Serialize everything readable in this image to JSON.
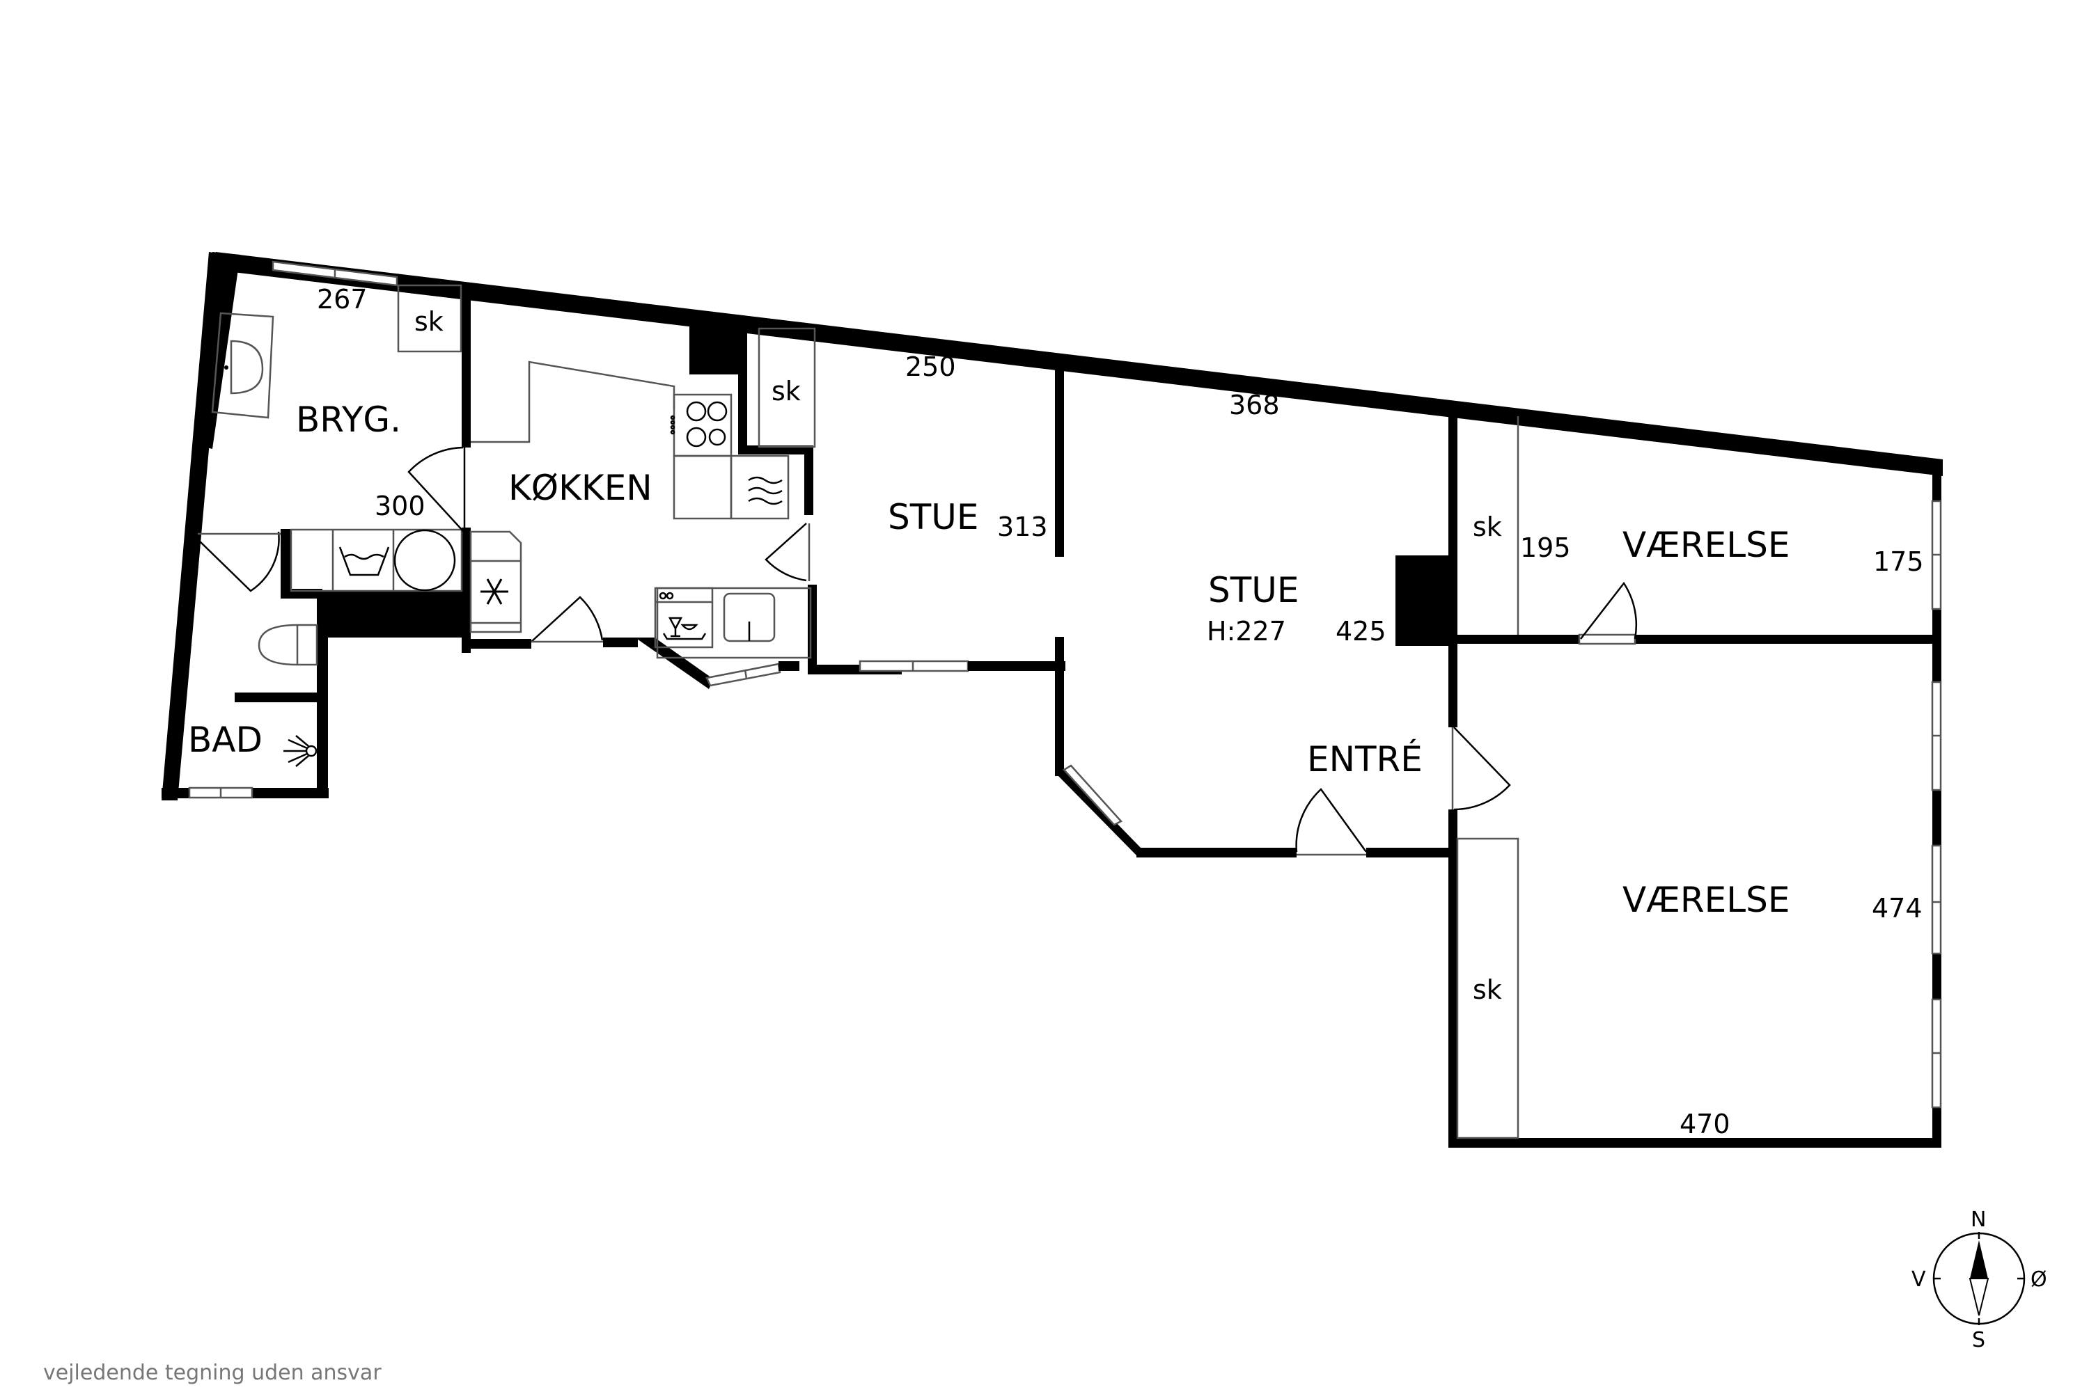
{
  "rooms": {
    "bryg": {
      "label": "BRYG.",
      "dims": [
        "267",
        "300"
      ],
      "closet": "sk"
    },
    "bad": {
      "label": "BAD"
    },
    "kokken": {
      "label": "KØKKEN",
      "closet": "sk"
    },
    "stue1": {
      "label": "STUE",
      "dims": [
        "250",
        "313"
      ]
    },
    "stue2": {
      "label": "STUE",
      "height": "H:227",
      "dims": [
        "368",
        "425"
      ]
    },
    "entre": {
      "label": "ENTRÉ"
    },
    "vaerelse1": {
      "label": "VÆRELSE",
      "dims": [
        "195",
        "175"
      ],
      "closet": "sk"
    },
    "vaerelse2": {
      "label": "VÆRELSE",
      "dims": [
        "474",
        "470"
      ],
      "closet": "sk"
    }
  },
  "fixtures": [
    "sink-icon",
    "toilet-icon",
    "shower-icon",
    "washing-machine-icon",
    "dryer-icon",
    "stove-icon",
    "fridge-freezer-icon",
    "dishwasher-icon",
    "kitchen-sink-icon",
    "oven-icon"
  ],
  "compass": {
    "n": "N",
    "s": "S",
    "e": "Ø",
    "w": "V"
  },
  "footer": {
    "disclaimer": "vejledende tegning uden ansvar"
  }
}
